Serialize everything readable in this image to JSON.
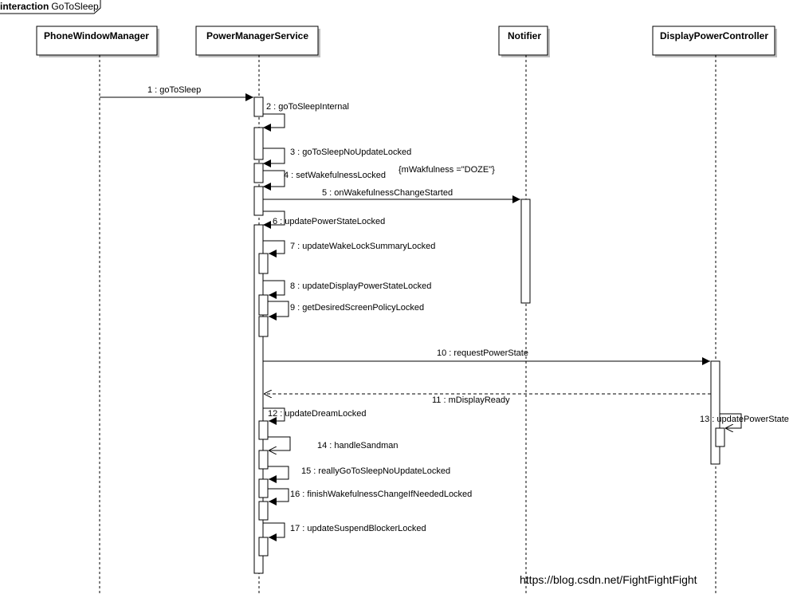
{
  "frame": {
    "keyword": "interaction",
    "name": "GoToSleep"
  },
  "lifelines": [
    {
      "id": "pwm",
      "name": "PhoneWindowManager"
    },
    {
      "id": "pms",
      "name": "PowerManagerService"
    },
    {
      "id": "notifier",
      "name": "Notifier"
    },
    {
      "id": "dpc",
      "name": "DisplayPowerController"
    }
  ],
  "messages": [
    {
      "label": "1 : goToSleep",
      "type": "sync",
      "from": "pwm",
      "to": "pms"
    },
    {
      "label": "2 : goToSleepInternal",
      "type": "self",
      "from": "pms",
      "to": "pms"
    },
    {
      "label": "3 : goToSleepNoUpdateLocked",
      "type": "self",
      "from": "pms",
      "to": "pms"
    },
    {
      "label": "4 : setWakefulnessLocked",
      "type": "self",
      "from": "pms",
      "to": "pms"
    },
    {
      "label": "5 : onWakefulnessChangeStarted",
      "type": "sync",
      "from": "pms",
      "to": "notifier"
    },
    {
      "label": "6 : updatePowerStateLocked",
      "type": "self",
      "from": "pms",
      "to": "pms"
    },
    {
      "label": "7 : updateWakeLockSummaryLocked",
      "type": "self",
      "from": "pms",
      "to": "pms"
    },
    {
      "label": "8 : updateDisplayPowerStateLocked",
      "type": "self",
      "from": "pms",
      "to": "pms"
    },
    {
      "label": "9 : getDesiredScreenPolicyLocked",
      "type": "self",
      "from": "pms",
      "to": "pms"
    },
    {
      "label": "10 : requestPowerState",
      "type": "sync",
      "from": "pms",
      "to": "dpc"
    },
    {
      "label": "11 : mDisplayReady",
      "type": "reply",
      "from": "dpc",
      "to": "pms"
    },
    {
      "label": "12 : updateDreamLocked",
      "type": "self",
      "from": "pms",
      "to": "pms"
    },
    {
      "label": "13 : updatePowerState",
      "type": "self",
      "from": "dpc",
      "to": "dpc"
    },
    {
      "label": "14 : handleSandman",
      "type": "self",
      "from": "pms",
      "to": "pms"
    },
    {
      "label": "15 : reallyGoToSleepNoUpdateLocked",
      "type": "self",
      "from": "pms",
      "to": "pms"
    },
    {
      "label": "16 : finishWakefulnessChangeIfNeededLocked",
      "type": "self",
      "from": "pms",
      "to": "pms"
    },
    {
      "label": "17 : updateSuspendBlockerLocked",
      "type": "self",
      "from": "pms",
      "to": "pms"
    }
  ],
  "notes": [
    {
      "text": "{mWakfulness =\"DOZE\"}",
      "attached_to": "4 : setWakefulnessLocked"
    }
  ],
  "watermark": "https://blog.csdn.net/FightFightFight"
}
